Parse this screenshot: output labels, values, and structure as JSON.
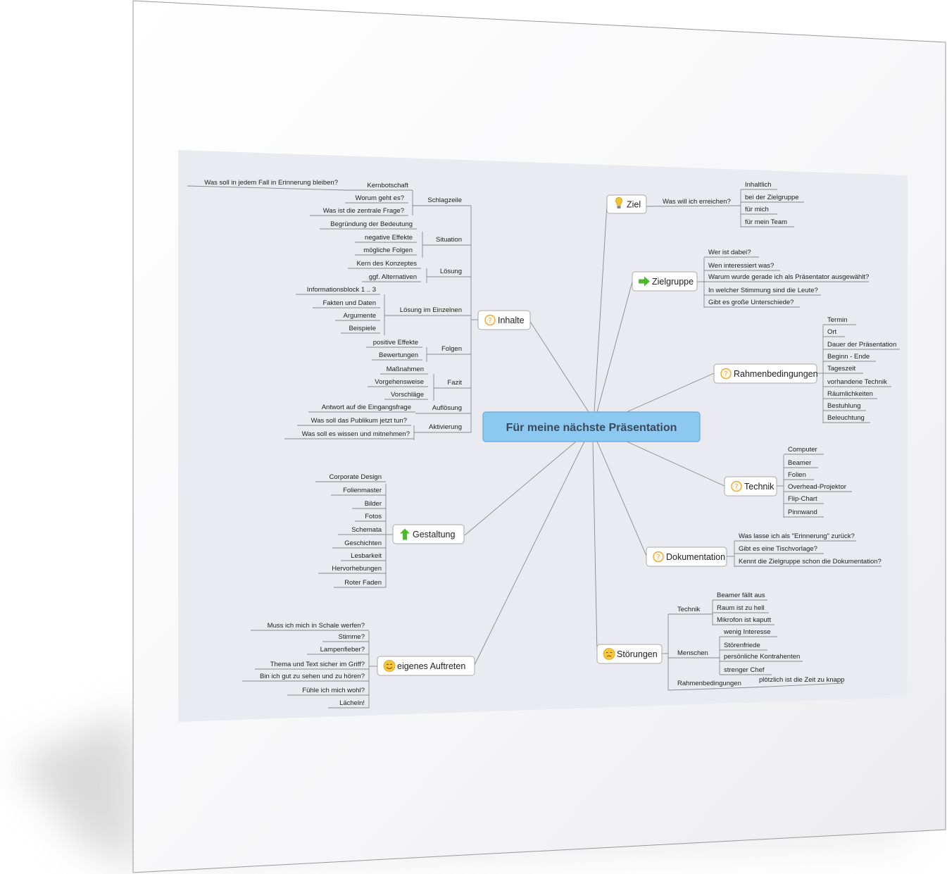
{
  "central": "Für meine nächste Präsentation",
  "inhalte": {
    "title": "Inhalte",
    "icon": "question-icon",
    "groups": [
      {
        "label": "Schlagzeile",
        "items": [
          "Kernbotschaft",
          "Worum geht es?",
          "Was ist die zentrale Frage?"
        ],
        "kern_detail": "Was soll in jedem Fall in Erinnerung bleiben?"
      },
      {
        "label": "Situation",
        "items": [
          "Begründung der Bedeutung",
          "negative Effekte",
          "mögliche Folgen"
        ]
      },
      {
        "label": "Lösung",
        "items": [
          "Kern des Konzeptes",
          "ggf. Alternativen"
        ]
      },
      {
        "label": "Lösung im Einzelnen",
        "items": [
          "Informationsblock 1 .. 3",
          "Fakten und Daten",
          "Argumente",
          "Beispiele"
        ]
      },
      {
        "label": "Folgen",
        "items": [
          "positive Effekte",
          "Bewertungen"
        ]
      },
      {
        "label": "Fazit",
        "items": [
          "Maßnahmen",
          "Vorgehensweise",
          "Vorschläge"
        ]
      },
      {
        "label": "Auflösung",
        "items": [
          "Antwort auf die Eingangsfrage"
        ]
      },
      {
        "label": "Aktivierung",
        "items": [
          "Was soll das Publikum jetzt tun?",
          "Was soll es wissen und mitnehmen?"
        ]
      }
    ]
  },
  "gestaltung": {
    "title": "Gestaltung",
    "icon": "arrow-up-icon",
    "items": [
      "Corporate Design",
      "Folienmaster",
      "Bilder",
      "Fotos",
      "Schemata",
      "Geschichten",
      "Lesbarkeit",
      "Hervorhebungen",
      "Roter Faden"
    ]
  },
  "auftreten": {
    "title": "eigenes Auftreten",
    "icon": "smile-icon",
    "items": [
      "Muss ich mich in Schale werfen?",
      "Stimme?",
      "Lampenfieber?",
      "Thema und Text sicher im Griff?",
      "Bin ich gut zu sehen und zu hören?",
      "Fühle ich mich wohl?",
      "Lächeln!"
    ]
  },
  "ziel": {
    "title": "Ziel",
    "icon": "lightbulb-icon",
    "sub": "Was will ich erreichen?",
    "items": [
      "Inhaltlich",
      "bei der Zielgruppe",
      "für mich",
      "für mein Team"
    ]
  },
  "zielgruppe": {
    "title": "Zielgruppe",
    "icon": "arrow-right-icon",
    "items": [
      "Wer ist dabei?",
      "Wen interessiert was?",
      "Warum wurde gerade ich als Präsentator ausgewählt?",
      "In welcher Stimmung sind die Leute?",
      "Gibt es große Unterschiede?"
    ]
  },
  "rahmen": {
    "title": "Rahmenbedingungen",
    "icon": "question-icon",
    "items": [
      "Termin",
      "Ort",
      "Dauer der Präsentation",
      "Beginn - Ende",
      "Tageszeit",
      "vorhandene Technik",
      "Räumlichkeiten",
      "Bestuhlung",
      "Beleuchtung"
    ]
  },
  "technik": {
    "title": "Technik",
    "icon": "question-icon",
    "items": [
      "Computer",
      "Beamer",
      "Folien",
      "Overhead-Projektor",
      "Flip-Chart",
      "Pinnwand"
    ]
  },
  "doku": {
    "title": "Dokumentation",
    "icon": "question-icon",
    "items": [
      "Was lasse ich als \"Erinnerung\" zurück?",
      "Gibt es eine Tischvorlage?",
      "Kennt die Zielgruppe schon die Dokumentation?"
    ]
  },
  "stoerungen": {
    "title": "Störungen",
    "icon": "worried-face-icon",
    "groups": [
      {
        "label": "Technik",
        "items": [
          "Beamer fällt aus",
          "Raum ist zu hell",
          "Mikrofon ist kaputt"
        ]
      },
      {
        "label": "Menschen",
        "items": [
          "wenig Interesse",
          "Störenfriede",
          "persönliche Kontrahenten",
          "strenger Chef"
        ]
      },
      {
        "label": "Rahmenbedingungen",
        "items": [
          "plötzlich ist die Zeit zu knapp"
        ]
      }
    ]
  },
  "colors": {
    "central_fill": "#8cc8f0",
    "central_border": "#6aa6d6",
    "question_icon": "#f0a830",
    "arrow_green": "#4cbb2a",
    "line": "#8a8a8a"
  }
}
